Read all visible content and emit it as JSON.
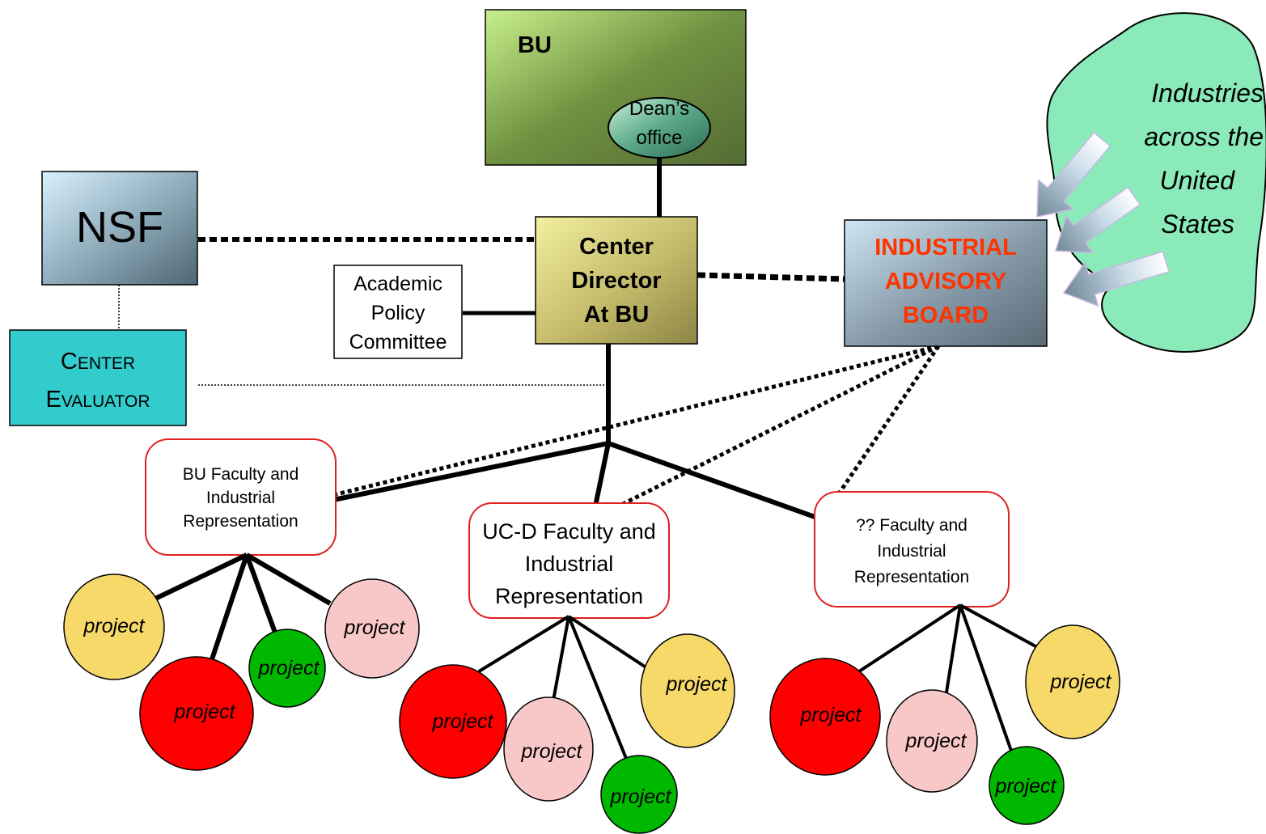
{
  "bu": {
    "title": "BU",
    "deans_office": [
      "Dean’s",
      "office"
    ]
  },
  "nsf": {
    "label": "NSF"
  },
  "center_evaluator": {
    "line1_cap": "C",
    "line1_rest": "ENTER",
    "line2_cap": "E",
    "line2_rest": "VALUATOR"
  },
  "academic_policy": {
    "lines": [
      "Academic",
      "Policy",
      "Committee"
    ]
  },
  "center_director": {
    "lines": [
      "Center",
      "Director",
      "At BU"
    ]
  },
  "industrial_board": {
    "lines": [
      "INDUSTRIAL",
      "ADVISORY",
      "BOARD"
    ]
  },
  "industries": {
    "lines": [
      "Industries",
      "across the",
      "United",
      "States"
    ]
  },
  "groups": [
    {
      "lines": [
        "BU Faculty and",
        "Industrial",
        "Representation"
      ]
    },
    {
      "lines": [
        "UC-D Faculty and",
        "Industrial",
        "Representation"
      ]
    },
    {
      "lines": [
        "?? Faculty and",
        "Industrial",
        "Representation"
      ]
    }
  ],
  "project_label": "project",
  "colors": {
    "yellow": "#f7d96a",
    "red": "#ff0000",
    "pink": "#f8c8c8",
    "green": "#00b800",
    "board_text": "#ff3300",
    "group_border": "#e02020",
    "teal": "#33cccc",
    "cloud": "#66cc99"
  }
}
